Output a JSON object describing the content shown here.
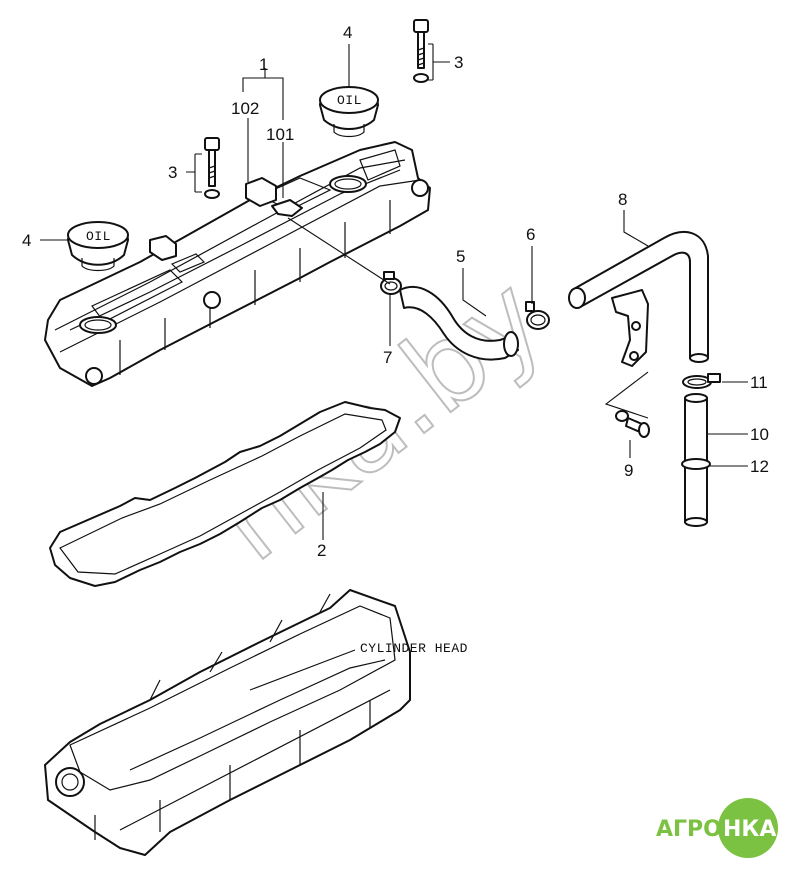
{
  "labels": {
    "p1": "1",
    "p102": "102",
    "p101": "101",
    "p2": "2",
    "p3a": "3",
    "p3b": "3",
    "p4a": "4",
    "p4b": "4",
    "p5": "5",
    "p6": "6",
    "p7": "7",
    "p8": "8",
    "p9": "9",
    "p10": "10",
    "p11": "11",
    "p12": "12"
  },
  "annotation": "CYLINDER HEAD",
  "cap_text": "OIL",
  "watermark": "nka.by",
  "logo": {
    "left": "АГРО",
    "right": "НКА"
  },
  "colors": {
    "line": "#111111",
    "watermark": "#bdbdbd",
    "logo_green": "#7cc242"
  }
}
